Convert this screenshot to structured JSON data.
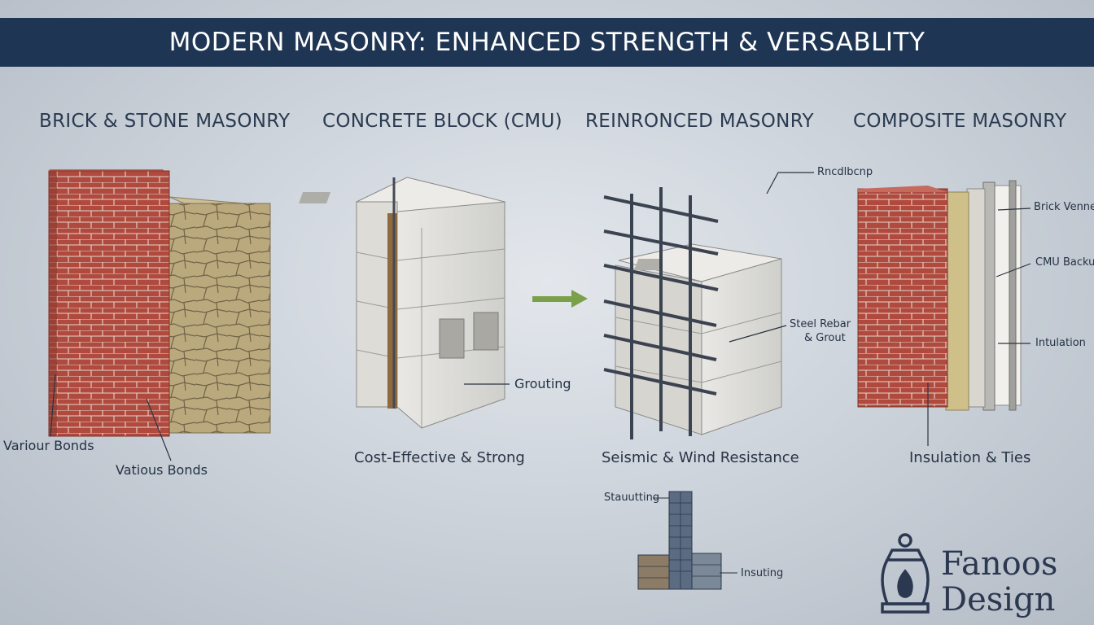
{
  "title": "MODERN MASONRY: ENHANCED STRENGTH & VERSABLITY",
  "columns": [
    {
      "heading": "BRICK & STONE MASONRY",
      "labels": [
        "Variour Bonds",
        "Vatious Bonds"
      ],
      "caption": ""
    },
    {
      "heading": "CONCRETE BLOCK (CMU)",
      "labels": [
        "Grouting"
      ],
      "caption": "Cost-Effective & Strong"
    },
    {
      "heading": "REINRONCED MASONRY",
      "labels": [
        "Rncdlbcnp",
        "Steel Rebar",
        "& Grout"
      ],
      "caption": "Seismic & Wind Resistance"
    },
    {
      "heading": "COMPOSITE MASONRY",
      "labels": [
        "Brick Venne",
        "CMU Backup",
        "Intulation"
      ],
      "caption": "Insulation & Ties"
    }
  ],
  "building": {
    "labels": [
      "Stauutting",
      "Insuting"
    ]
  },
  "logo": {
    "line1": "Fanoos",
    "line2": "Design"
  },
  "colors": {
    "banner": "#1f3554",
    "brick": "#b04a3e",
    "stone": "#b8a57a",
    "cmu": "#d9d9d6",
    "arrow": "#7aa04a",
    "rebar": "#3c4350"
  }
}
